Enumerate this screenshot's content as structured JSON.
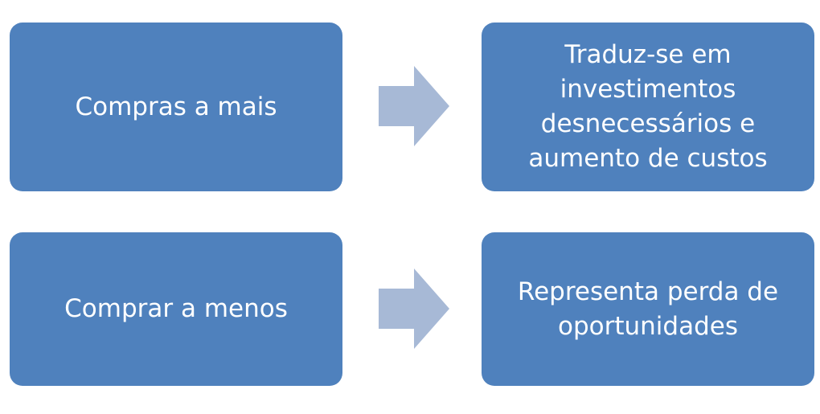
{
  "rows": [
    {
      "left_label": "Compras a mais",
      "right_label": "Traduz-se em investimentos desnecessários e aumento de custos"
    },
    {
      "left_label": "Comprar a menos",
      "right_label": "Representa perda de oportunidades"
    }
  ],
  "colors": {
    "box": "#4f81bd",
    "arrow": "#a7b9d6",
    "text": "#ffffff"
  },
  "icons": {
    "arrow": "arrow-right-icon"
  }
}
